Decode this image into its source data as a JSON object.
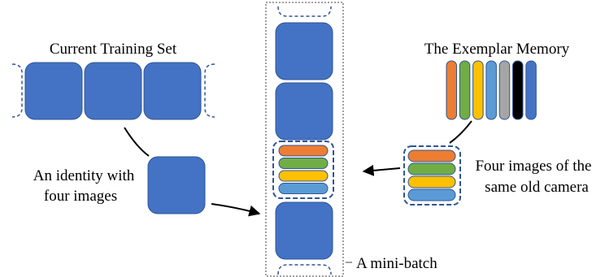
{
  "labels": {
    "current_training_set": "Current Training Set",
    "exemplar_memory": "The Exemplar Memory",
    "identity_line1": "An identity with",
    "identity_line2": "four images",
    "camera_line1": "Four images of the",
    "camera_line2": "same old camera",
    "mini_batch": "A mini-batch"
  },
  "colors": {
    "block_fill": "#4472C4",
    "block_stroke": "#2F5597",
    "dashed_stroke": "#2F5597",
    "minibatch_border": "#808080",
    "arrow": "#000000"
  },
  "strip_images": [
    {
      "color_name": "orange",
      "color": "#ED7D31"
    },
    {
      "color_name": "green",
      "color": "#70AD47"
    },
    {
      "color_name": "yellow",
      "color": "#FFC000"
    },
    {
      "color_name": "light-blue",
      "color": "#5B9BD5"
    }
  ],
  "memory_bars": [
    {
      "color_name": "orange",
      "color": "#ED7D31"
    },
    {
      "color_name": "green",
      "color": "#70AD47"
    },
    {
      "color_name": "yellow",
      "color": "#FFC000"
    },
    {
      "color_name": "light-blue",
      "color": "#5B9BD5"
    },
    {
      "color_name": "gray",
      "color": "#A5A5A5"
    },
    {
      "color_name": "black",
      "color": "#000000"
    },
    {
      "color_name": "blue",
      "color": "#4472C4"
    }
  ]
}
